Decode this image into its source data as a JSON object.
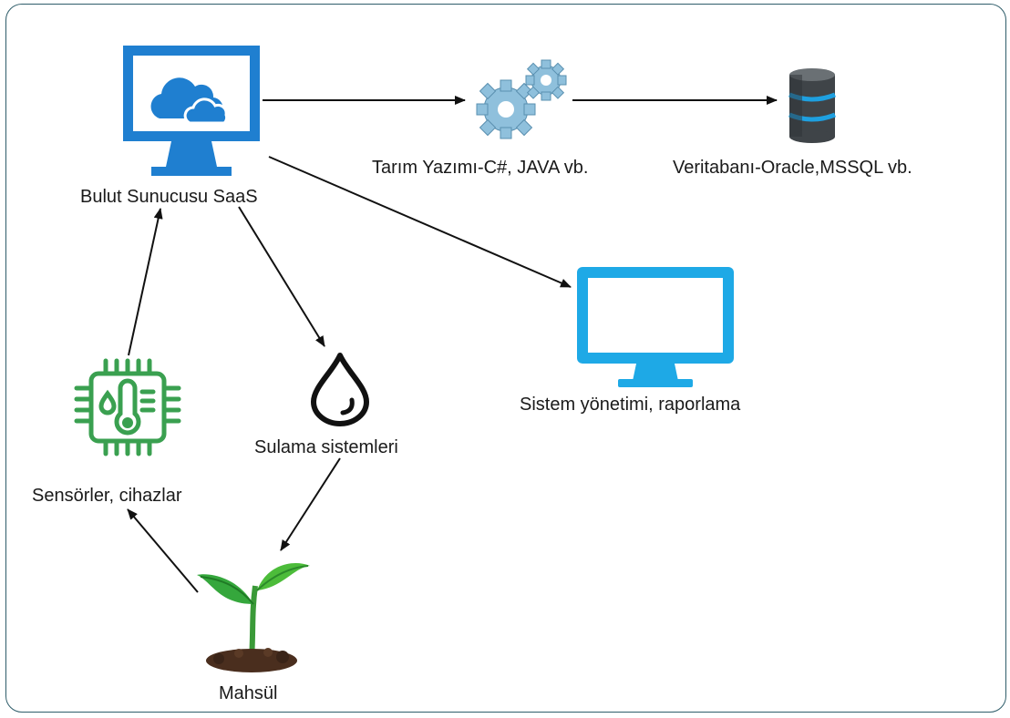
{
  "nodes": {
    "cloud_server": {
      "label": "Bulut Sunucusu SaaS",
      "icon": "cloud-monitor-icon"
    },
    "farm_software": {
      "label": "Tarım Yazımı-C#, JAVA vb.",
      "icon": "gears-icon"
    },
    "database": {
      "label": "Veritabanı-Oracle,MSSQL vb.",
      "icon": "database-icon"
    },
    "system_management": {
      "label": "Sistem yönetimi, raporlama",
      "icon": "monitor-icon"
    },
    "irrigation": {
      "label": "Sulama sistemleri",
      "icon": "water-drop-icon"
    },
    "sensors": {
      "label": "Sensörler, cihazlar",
      "icon": "sensor-chip-icon"
    },
    "crop": {
      "label": "Mahsül",
      "icon": "seedling-icon"
    }
  },
  "edges": [
    {
      "from": "cloud_server",
      "to": "farm_software"
    },
    {
      "from": "farm_software",
      "to": "database"
    },
    {
      "from": "cloud_server",
      "to": "system_management"
    },
    {
      "from": "cloud_server",
      "to": "irrigation"
    },
    {
      "from": "irrigation",
      "to": "crop"
    },
    {
      "from": "crop",
      "to": "sensors"
    },
    {
      "from": "sensors",
      "to": "cloud_server"
    }
  ],
  "colors": {
    "frame": "#2f5d6a",
    "monitor_dark": "#1f7fd0",
    "monitor_light": "#1ea9e6",
    "sensor_green": "#3aa050",
    "plant_green": "#35a73c",
    "gear_blue": "#7fb2cf",
    "arrow": "#111111"
  }
}
